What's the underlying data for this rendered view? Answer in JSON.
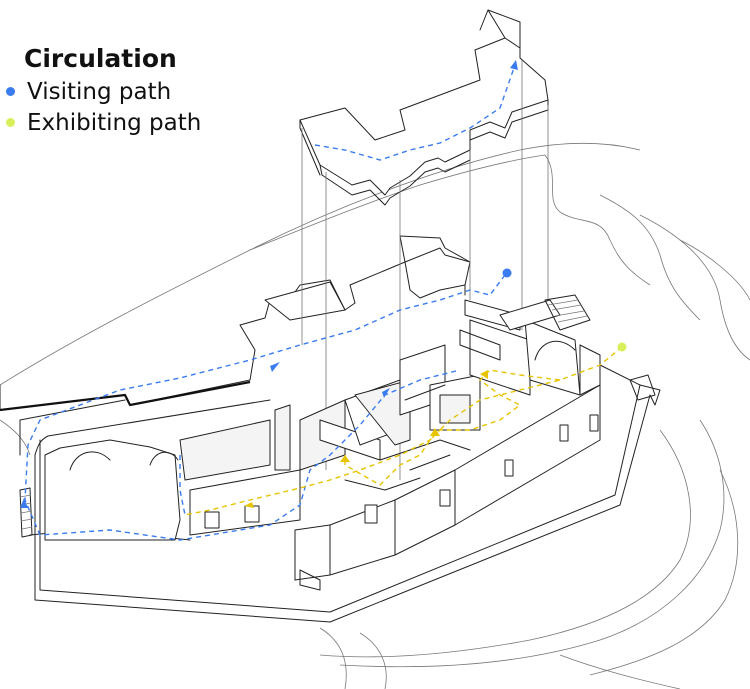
{
  "legend": {
    "title": "Circulation",
    "items": [
      {
        "label": "Visiting path",
        "color": "#3a7bf0"
      },
      {
        "label": "Exhibiting path",
        "color": "#d8ef5a"
      }
    ]
  },
  "colors": {
    "visiting_path": "#3a7bf0",
    "exhibiting_path": "#e8c400",
    "line": "#222222"
  }
}
